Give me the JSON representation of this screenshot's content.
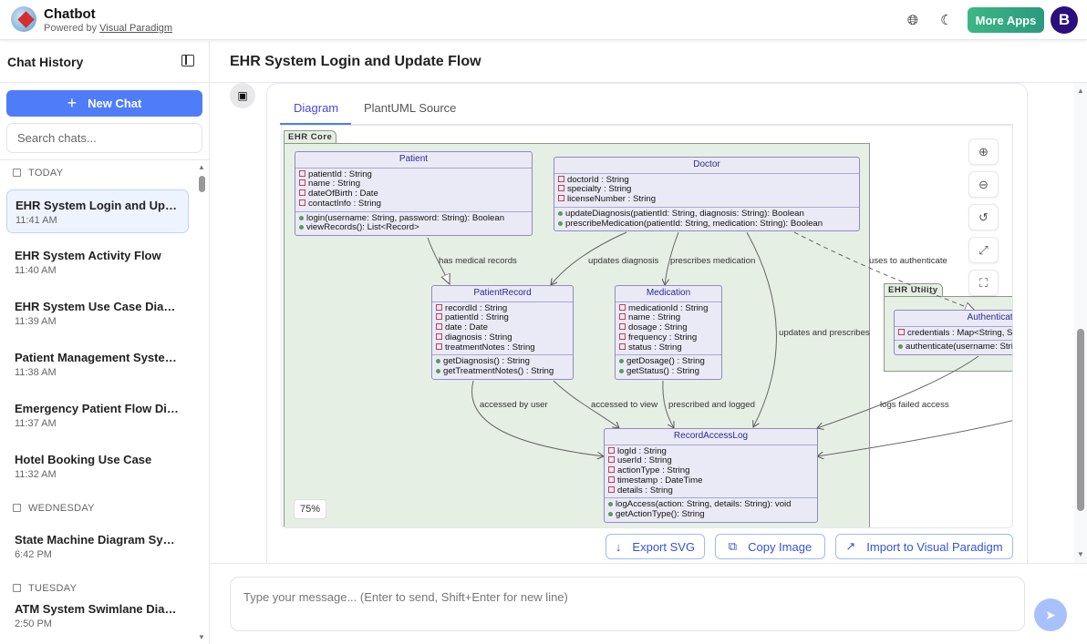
{
  "app": {
    "name": "Chatbot",
    "powered_prefix": "Powered by ",
    "powered_link": "Visual Paradigm",
    "more_apps": "More Apps",
    "avatar_initial": "B",
    "icons": [
      "globe-icon",
      "moon-icon"
    ]
  },
  "sidebar": {
    "title": "Chat History",
    "new_chat": "New Chat",
    "search_placeholder": "Search chats...",
    "sections": [
      {
        "label": "TODAY"
      },
      {
        "label": "WEDNESDAY"
      },
      {
        "label": "TUESDAY"
      }
    ],
    "items": [
      {
        "title": "EHR System Login and Update Flow",
        "time": "11:41 AM",
        "active": true
      },
      {
        "title": "EHR System Activity Flow",
        "time": "11:40 AM"
      },
      {
        "title": "EHR System Use Case Diagram",
        "time": "11:39 AM"
      },
      {
        "title": "Patient Management System Class Diagram",
        "time": "11:38 AM"
      },
      {
        "title": "Emergency Patient Flow Diagram",
        "time": "11:37 AM"
      },
      {
        "title": "Hotel Booking Use Case",
        "time": "11:32 AM"
      },
      {
        "title": "State Machine Diagram Symbols",
        "time": "6:42 PM"
      },
      {
        "title": "ATM System Swimlane Diagram",
        "time": "2:50 PM"
      }
    ]
  },
  "main": {
    "title": "EHR System Login and Update Flow",
    "tabs": [
      {
        "label": "Diagram",
        "active": true
      },
      {
        "label": "PlantUML Source"
      }
    ],
    "zoom_level": "75%",
    "actions": [
      {
        "label": "Export SVG",
        "icon": "download-icon"
      },
      {
        "label": "Copy Image",
        "icon": "copy-icon"
      },
      {
        "label": "Import to Visual Paradigm",
        "icon": "external-link-icon"
      }
    ],
    "input_placeholder": "Type your message... (Enter to send, Shift+Enter for new line)"
  },
  "diagram": {
    "packages": [
      {
        "name": "EHR Core"
      },
      {
        "name": "EHR Utility"
      }
    ],
    "classes": [
      {
        "name": "Patient",
        "fields": [
          "patientId : String",
          "name : String",
          "dateOfBirth : Date",
          "contactInfo : String"
        ],
        "methods": [
          "login(username: String, password: String): Boolean",
          "viewRecords(): List<Record>"
        ]
      },
      {
        "name": "Doctor",
        "fields": [
          "doctorId : String",
          "specialty : String",
          "licenseNumber : String"
        ],
        "methods": [
          "updateDiagnosis(patientId: String, diagnosis: String): Boolean",
          "prescribeMedication(patientId: String, medication: String): Boolean"
        ]
      },
      {
        "name": "PatientRecord",
        "fields": [
          "recordId : String",
          "patientId : String",
          "date : Date",
          "diagnosis : String",
          "treatmentNotes : String"
        ],
        "methods": [
          "getDiagnosis() : String",
          "getTreatmentNotes() : String"
        ]
      },
      {
        "name": "Medication",
        "fields": [
          "medicationId : String",
          "name : String",
          "dosage : String",
          "frequency : String",
          "status : String"
        ],
        "methods": [
          "getDosage() : String",
          "getStatus() : String"
        ]
      },
      {
        "name": "RecordAccessLog",
        "fields": [
          "logId : String",
          "userId : String",
          "actionType : String",
          "timestamp : DateTime",
          "details : String"
        ],
        "methods": [
          "logAccess(action: String, details: String): void",
          "getActionType(): String"
        ]
      },
      {
        "name": "Authenticator",
        "fields": [
          "credentials : Map<String, String>"
        ],
        "methods": [
          "authenticate(username: String, password: String): Boolean"
        ]
      }
    ],
    "edge_labels": [
      "has medical records",
      "updates diagnosis",
      "prescribes medication",
      "uses to authenticate",
      "updates and prescribes",
      "accessed by user",
      "accessed to view",
      "prescribed and logged",
      "logs failed access"
    ]
  }
}
